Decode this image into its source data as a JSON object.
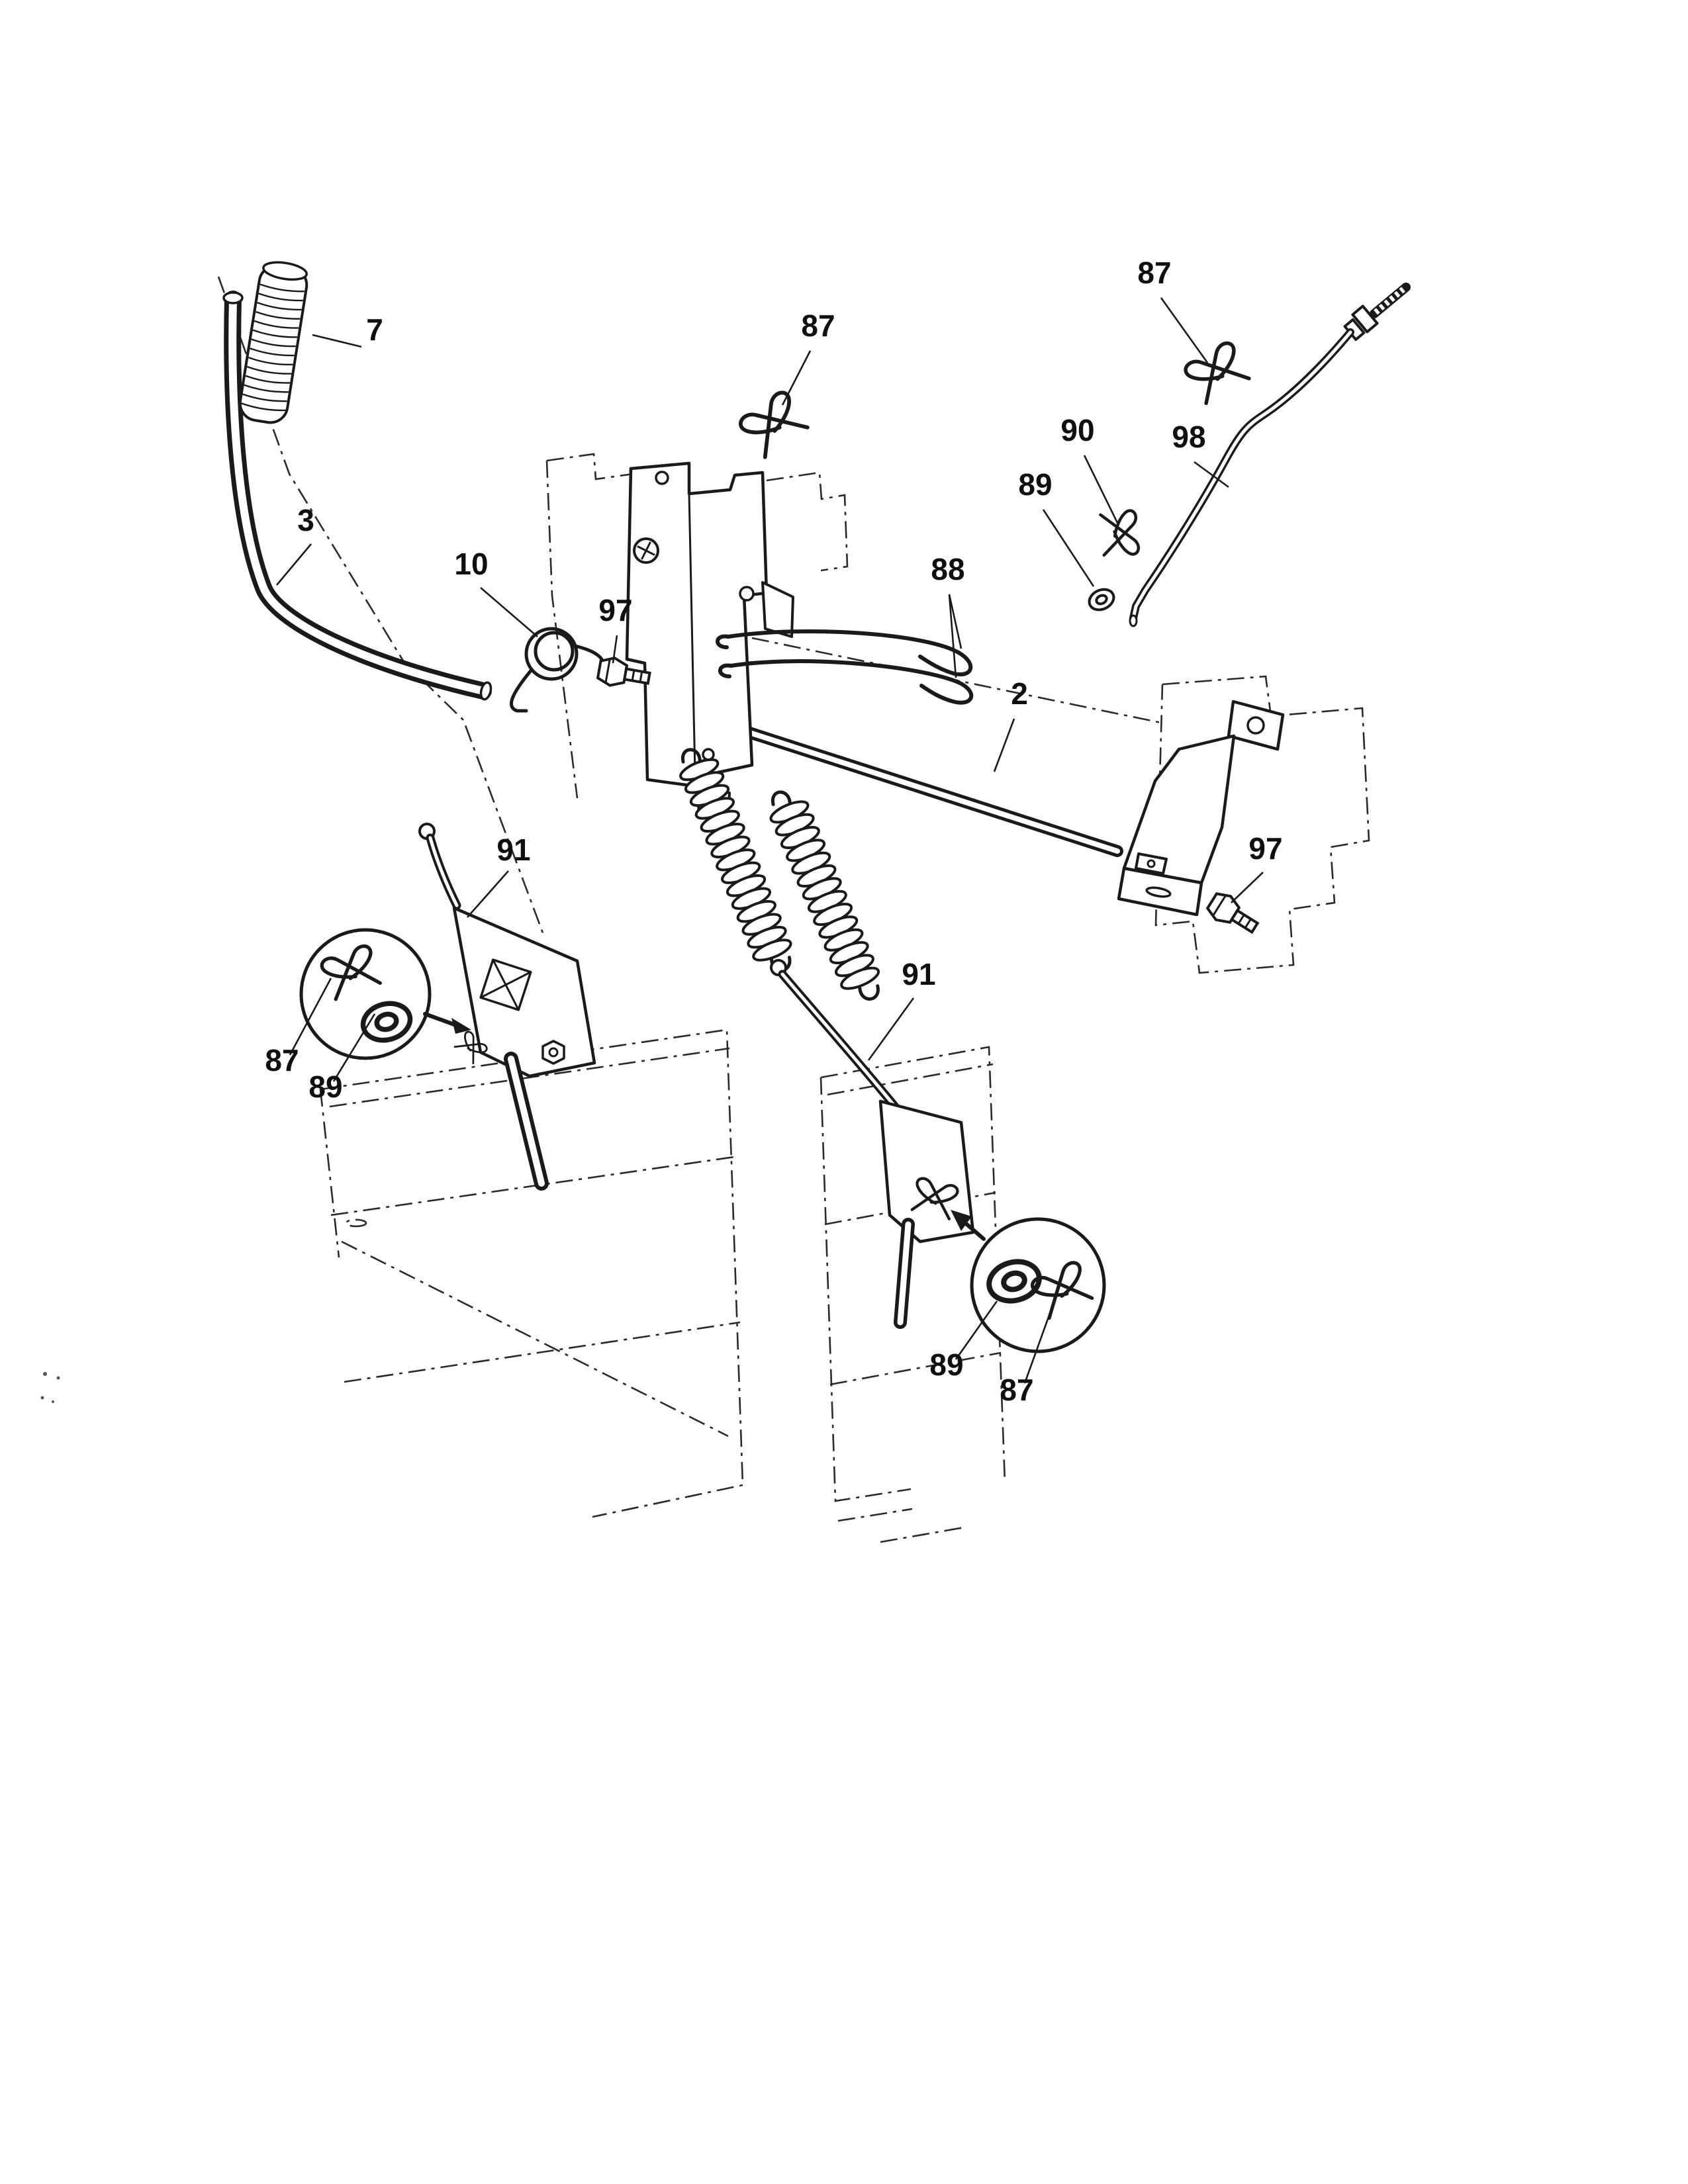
{
  "diagram": {
    "background": "#ffffff",
    "line_color": "#1a1a1a",
    "kind": "exploded-parts-diagram"
  },
  "callouts": [
    {
      "label": "7",
      "target": "handle-grip"
    },
    {
      "label": "3",
      "target": "lift-lever"
    },
    {
      "label": "10",
      "target": "torsion-spring"
    },
    {
      "label": "97",
      "target": "hex-bolt-left"
    },
    {
      "label": "87",
      "target": "retainer-clip-top-center"
    },
    {
      "label": "88",
      "target": "wire-links"
    },
    {
      "label": "2",
      "target": "lift-shaft"
    },
    {
      "label": "87",
      "target": "retainer-clip-top-right"
    },
    {
      "label": "90",
      "target": "retainer-clip-rod"
    },
    {
      "label": "89",
      "target": "flat-washer-rod"
    },
    {
      "label": "98",
      "target": "lift-link-rod"
    },
    {
      "label": "97",
      "target": "hex-bolt-right"
    },
    {
      "label": "91",
      "target": "lever-arm-left"
    },
    {
      "label": "87",
      "target": "retainer-clip-detail-left"
    },
    {
      "label": "89",
      "target": "flat-washer-detail-left"
    },
    {
      "label": "91",
      "target": "lever-arm-center"
    },
    {
      "label": "89",
      "target": "flat-washer-detail-bottom"
    },
    {
      "label": "87",
      "target": "retainer-clip-detail-bottom"
    }
  ]
}
